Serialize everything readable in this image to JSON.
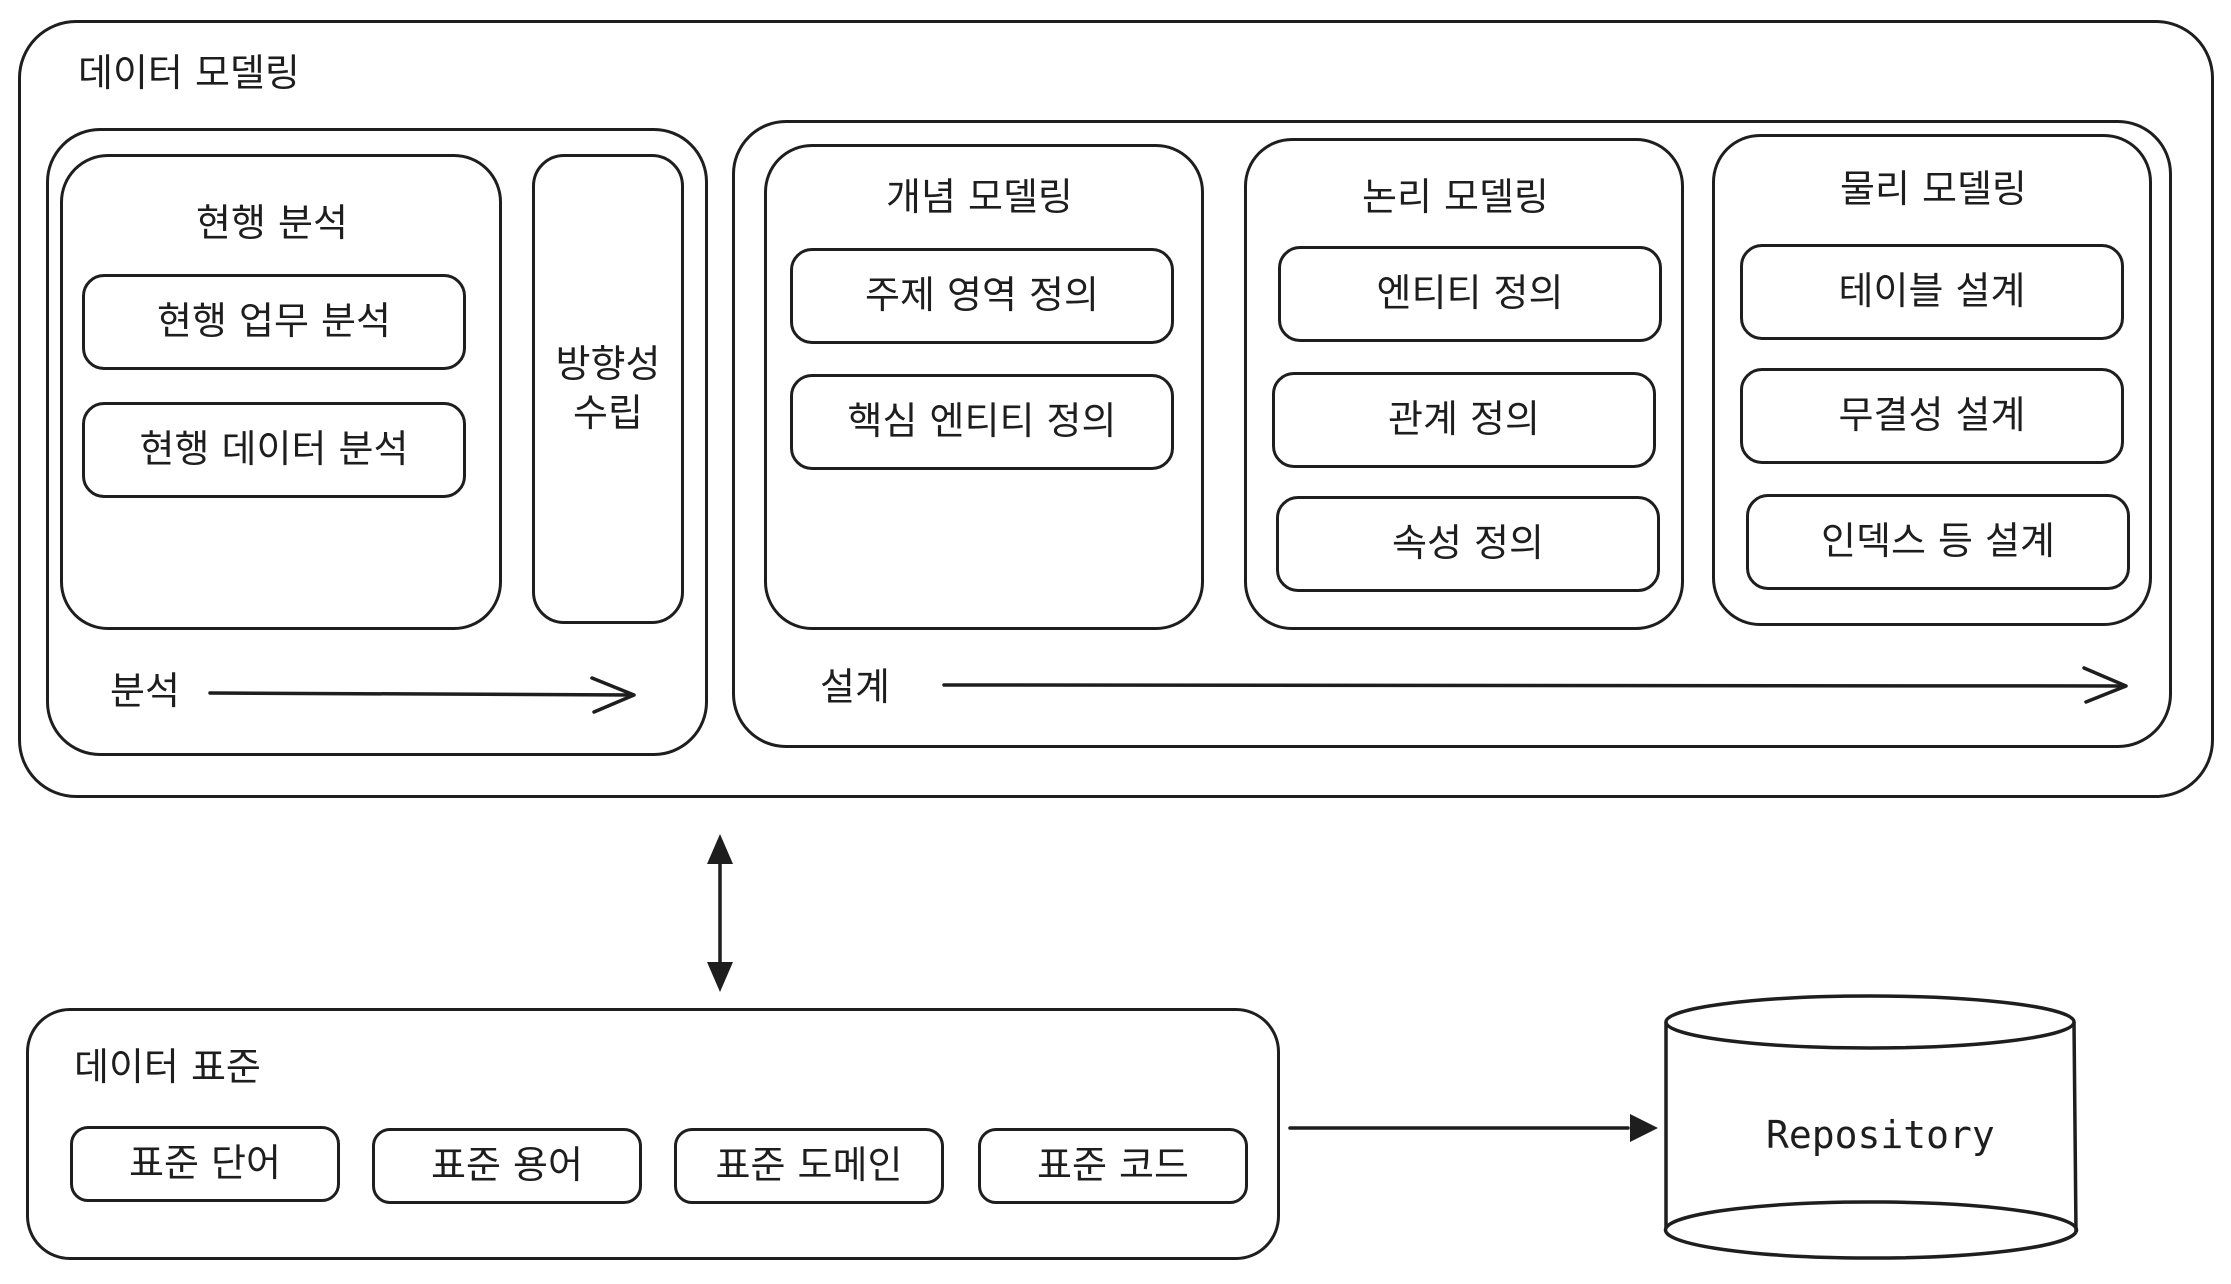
{
  "modeling": {
    "title": "데이터 모델링",
    "analysis": {
      "current_title": "현행 분석",
      "current_items": [
        "현행 업무 분석",
        "현행 데이터 분석"
      ],
      "direction_label": "방향성\n수립",
      "arrow_label": "분석"
    },
    "design": {
      "conceptual": {
        "title": "개념 모델링",
        "items": [
          "주제 영역 정의",
          "핵심 엔티티 정의"
        ]
      },
      "logical": {
        "title": "논리 모델링",
        "items": [
          "엔티티 정의",
          "관계 정의",
          "속성 정의"
        ]
      },
      "physical": {
        "title": "물리 모델링",
        "items": [
          "테이블 설계",
          "무결성 설계",
          "인덱스 등 설계"
        ]
      },
      "arrow_label": "설계"
    }
  },
  "standards": {
    "title": "데이터 표준",
    "items": [
      "표준 단어",
      "표준 용어",
      "표준 도메인",
      "표준 코드"
    ]
  },
  "repository": {
    "label": "Repository"
  },
  "colors": {
    "stroke": "#1e1e1e",
    "background": "#ffffff"
  }
}
